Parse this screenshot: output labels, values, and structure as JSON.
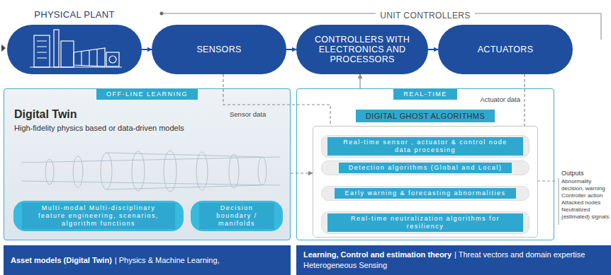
{
  "diagram": {
    "nodes": [
      {
        "text": [
          "PHYSICAL PLANT"
        ]
      },
      {
        "text": [
          "SENSORS"
        ]
      },
      {
        "text": [
          "CONTROLLERS WITH ELECTRONICS AND PROCESSORS"
        ]
      },
      {
        "text": [
          "ACTUATORS"
        ]
      },
      {
        "text": [
          "OFF-LINE LEARNING",
          "Digital Twin",
          "High-fidelity physics based or data-driven models"
        ]
      },
      {
        "text": [
          "Multi-modal Multi-disciplinary feature engineering, scenarios, algorithm functions"
        ],
        "in": 4
      },
      {
        "text": [
          "Decision boundary / manifolds"
        ],
        "in": 4
      },
      {
        "text": [
          "REAL-TIME"
        ]
      },
      {
        "text": [
          "DIGITAL GHOST ALGORITHMS"
        ],
        "in": 7
      },
      {
        "text": [
          "Real-time sensor , actuator & control node data processing"
        ],
        "in": 8
      },
      {
        "text": [
          "Detection algorithms (Global and Local)"
        ],
        "in": 8
      },
      {
        "text": [
          "Early warning & forecasting abnormalities"
        ],
        "in": 8
      },
      {
        "text": [
          "Real-time neutralization algorithms for resiliency"
        ],
        "in": 8
      },
      {
        "text": [
          "Asset models (Digital Twin)",
          "| Physics & Machine Learning,"
        ]
      },
      {
        "text": [
          "Learning, Control and estimation theory",
          "| Threat vectors and domain expertise Heterogeneous Sensing"
        ]
      }
    ],
    "edges": [
      {
        "from": 0,
        "to": 1,
        "arrow": "to"
      },
      {
        "from": 1,
        "to": 2,
        "arrow": "to"
      },
      {
        "from": 2,
        "to": 3,
        "arrow": "to"
      },
      {
        "from": 1,
        "to": 8,
        "label": "Sensor data",
        "arrow": "none"
      },
      {
        "from": 3,
        "to": 8,
        "label": "Actuator data",
        "arrow": "none"
      },
      {
        "from": 4,
        "to": 8,
        "arrow": "to"
      },
      {
        "from": 7,
        "to": 2,
        "arrow": "to"
      }
    ],
    "labels": [
      "UNIT CONTROLLERS",
      "Outputs",
      "Abnormality decision, warning",
      "Controller action",
      "Attacked nodes",
      "Neutralized (estimated) signals"
    ]
  }
}
